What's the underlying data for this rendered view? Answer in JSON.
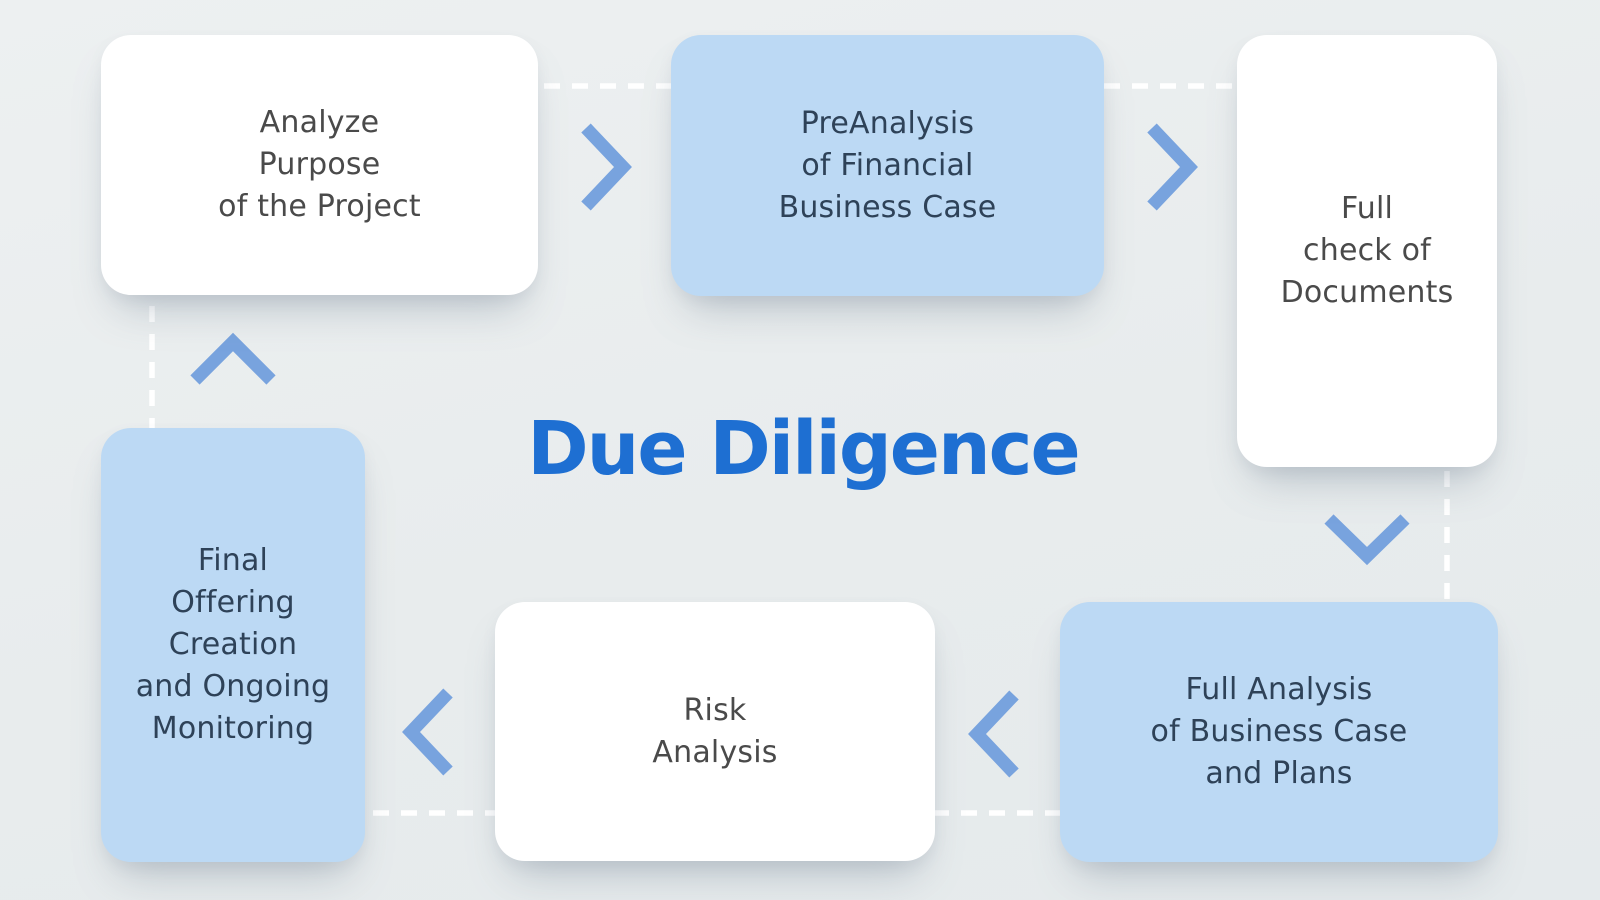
{
  "title": {
    "text": "Due Diligence"
  },
  "nodes": [
    {
      "id": "analyze-purpose",
      "variant": "white",
      "label": "Analyze\nPurpose\nof the Project"
    },
    {
      "id": "preanalysis-financial",
      "variant": "blue",
      "label": "PreAnalysis\nof Financial\nBusiness Case"
    },
    {
      "id": "full-check-documents",
      "variant": "white",
      "label": "Full\ncheck of\nDocuments"
    },
    {
      "id": "full-analysis-business",
      "variant": "blue",
      "label": "Full Analysis\nof Business Case\nand Plans"
    },
    {
      "id": "risk-analysis",
      "variant": "white",
      "label": "Risk\nAnalysis"
    },
    {
      "id": "final-offering",
      "variant": "blue",
      "label": "Final\nOffering\nCreation\nand Ongoing\nMonitoring"
    }
  ],
  "flow_direction": "clockwise",
  "icons": [
    "chevron-right-icon",
    "chevron-right-icon",
    "chevron-down-icon",
    "chevron-left-icon",
    "chevron-left-icon",
    "chevron-up-icon"
  ],
  "colors": {
    "background": "#e9edee",
    "card-white": "#ffffff",
    "card-blue": "#bcd9f4",
    "text-gray": "#4a4a4a",
    "text-navy": "#2e4258",
    "chevron": "#78a3de",
    "dash": "#ffffff",
    "title-blue": "#1e6fd2"
  }
}
